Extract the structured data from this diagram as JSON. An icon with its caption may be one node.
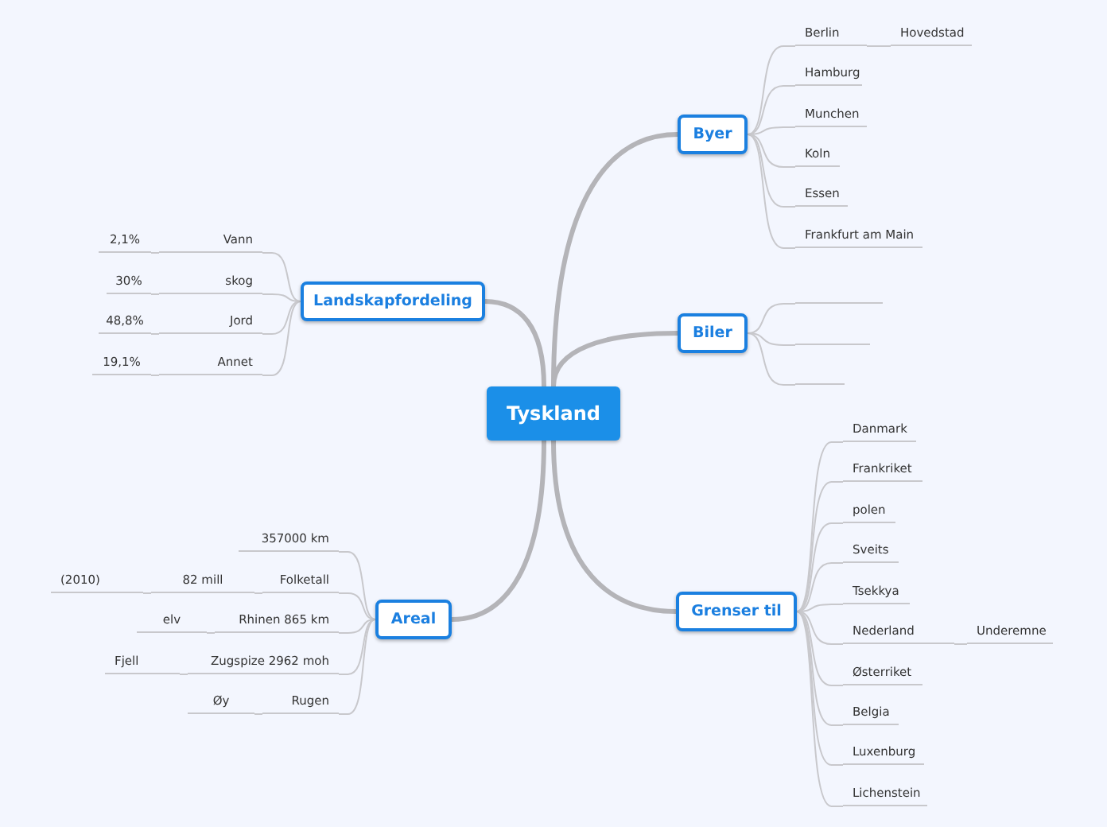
{
  "diagram": {
    "nodes": [
      {
        "text": [
          "Tyskland"
        ]
      },
      {
        "text": [
          "Byer"
        ]
      },
      {
        "text": [
          "Berlin"
        ]
      },
      {
        "text": [
          "Hovedstad"
        ]
      },
      {
        "text": [
          "Hamburg"
        ]
      },
      {
        "text": [
          "Munchen"
        ]
      },
      {
        "text": [
          "Koln"
        ]
      },
      {
        "text": [
          "Essen"
        ]
      },
      {
        "text": [
          "Frankfurt am Main"
        ]
      },
      {
        "text": [
          "Biler"
        ]
      },
      {
        "text": [],
        "shape": "line"
      },
      {
        "text": [],
        "shape": "line"
      },
      {
        "text": [],
        "shape": "line"
      },
      {
        "text": [
          "Grenser til"
        ]
      },
      {
        "text": [
          "Danmark"
        ]
      },
      {
        "text": [
          "Frankriket"
        ]
      },
      {
        "text": [
          "polen"
        ]
      },
      {
        "text": [
          "Sveits"
        ]
      },
      {
        "text": [
          "Tsekkya"
        ]
      },
      {
        "text": [
          "Nederland"
        ]
      },
      {
        "text": [
          "Underemne"
        ]
      },
      {
        "text": [
          "Østerriket"
        ]
      },
      {
        "text": [
          "Belgia"
        ]
      },
      {
        "text": [
          "Luxenburg"
        ]
      },
      {
        "text": [
          "Lichenstein"
        ]
      },
      {
        "text": [
          "Landskapfordeling"
        ]
      },
      {
        "text": [
          "Vann"
        ]
      },
      {
        "text": [
          "2,1%"
        ]
      },
      {
        "text": [
          "skog"
        ]
      },
      {
        "text": [
          "30%"
        ]
      },
      {
        "text": [
          "Jord"
        ]
      },
      {
        "text": [
          "48,8%"
        ]
      },
      {
        "text": [
          "Annet"
        ]
      },
      {
        "text": [
          "19,1%"
        ]
      },
      {
        "text": [
          "Areal"
        ]
      },
      {
        "text": [
          "357000 km"
        ]
      },
      {
        "text": [
          "Folketall"
        ]
      },
      {
        "text": [
          "82 mill"
        ]
      },
      {
        "text": [
          "(2010)"
        ]
      },
      {
        "text": [
          "Rhinen 865 km"
        ]
      },
      {
        "text": [
          "elv"
        ]
      },
      {
        "text": [
          "Zugspize 2962 moh"
        ]
      },
      {
        "text": [
          "Fjell"
        ]
      },
      {
        "text": [
          "Rugen"
        ]
      },
      {
        "text": [
          "Øy"
        ]
      }
    ],
    "edges": [
      {
        "from": 0,
        "to": 1,
        "arrow": "none",
        "style": "thick"
      },
      {
        "from": 0,
        "to": 9,
        "arrow": "none",
        "style": "thick"
      },
      {
        "from": 0,
        "to": 13,
        "arrow": "none",
        "style": "thick"
      },
      {
        "from": 0,
        "to": 25,
        "arrow": "none",
        "style": "thick"
      },
      {
        "from": 0,
        "to": 34,
        "arrow": "none",
        "style": "thick"
      },
      {
        "from": 1,
        "to": 2,
        "arrow": "none"
      },
      {
        "from": 2,
        "to": 3,
        "arrow": "none"
      },
      {
        "from": 1,
        "to": 4,
        "arrow": "none"
      },
      {
        "from": 1,
        "to": 5,
        "arrow": "none"
      },
      {
        "from": 1,
        "to": 6,
        "arrow": "none"
      },
      {
        "from": 1,
        "to": 7,
        "arrow": "none"
      },
      {
        "from": 1,
        "to": 8,
        "arrow": "none"
      },
      {
        "from": 9,
        "to": 10,
        "arrow": "none"
      },
      {
        "from": 9,
        "to": 11,
        "arrow": "none"
      },
      {
        "from": 9,
        "to": 12,
        "arrow": "none"
      },
      {
        "from": 13,
        "to": 14,
        "arrow": "none"
      },
      {
        "from": 13,
        "to": 15,
        "arrow": "none"
      },
      {
        "from": 13,
        "to": 16,
        "arrow": "none"
      },
      {
        "from": 13,
        "to": 17,
        "arrow": "none"
      },
      {
        "from": 13,
        "to": 18,
        "arrow": "none"
      },
      {
        "from": 13,
        "to": 19,
        "arrow": "none"
      },
      {
        "from": 19,
        "to": 20,
        "arrow": "none"
      },
      {
        "from": 13,
        "to": 21,
        "arrow": "none"
      },
      {
        "from": 13,
        "to": 22,
        "arrow": "none"
      },
      {
        "from": 13,
        "to": 23,
        "arrow": "none"
      },
      {
        "from": 13,
        "to": 24,
        "arrow": "none"
      },
      {
        "from": 25,
        "to": 26,
        "arrow": "none"
      },
      {
        "from": 26,
        "to": 27,
        "arrow": "none"
      },
      {
        "from": 25,
        "to": 28,
        "arrow": "none"
      },
      {
        "from": 28,
        "to": 29,
        "arrow": "none"
      },
      {
        "from": 25,
        "to": 30,
        "arrow": "none"
      },
      {
        "from": 30,
        "to": 31,
        "arrow": "none"
      },
      {
        "from": 25,
        "to": 32,
        "arrow": "none"
      },
      {
        "from": 32,
        "to": 33,
        "arrow": "none"
      },
      {
        "from": 34,
        "to": 35,
        "arrow": "none"
      },
      {
        "from": 34,
        "to": 36,
        "arrow": "none"
      },
      {
        "from": 36,
        "to": 37,
        "arrow": "none"
      },
      {
        "from": 37,
        "to": 38,
        "arrow": "none"
      },
      {
        "from": 34,
        "to": 39,
        "arrow": "none"
      },
      {
        "from": 39,
        "to": 40,
        "arrow": "none"
      },
      {
        "from": 34,
        "to": 41,
        "arrow": "none"
      },
      {
        "from": 41,
        "to": 42,
        "arrow": "none"
      },
      {
        "from": 34,
        "to": 43,
        "arrow": "none"
      },
      {
        "from": 43,
        "to": 44,
        "arrow": "none"
      }
    ]
  }
}
